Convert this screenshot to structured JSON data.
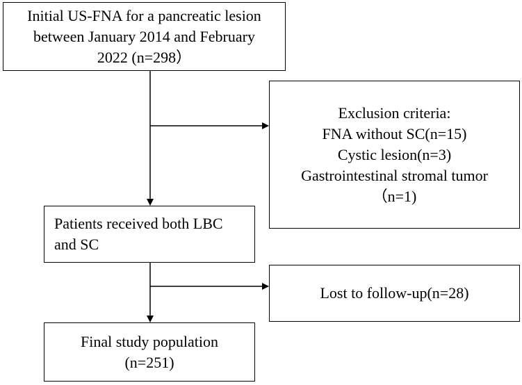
{
  "flowchart": {
    "initial": {
      "lines": [
        "Initial US-FNA for a pancreatic lesion",
        "between January 2014 and February",
        "2022 (n=298）"
      ]
    },
    "exclusion": {
      "lines": [
        "Exclusion criteria:",
        "FNA without SC(n=15)",
        "Cystic lesion(n=3)",
        "Gastrointestinal stromal tumor",
        "（n=1)"
      ]
    },
    "received": {
      "lines": [
        "Patients received both LBC",
        "and SC"
      ]
    },
    "lost": {
      "lines": [
        "Lost to follow-up(n=28)"
      ]
    },
    "final": {
      "lines": [
        "Final study population",
        "(n=251)"
      ]
    }
  }
}
